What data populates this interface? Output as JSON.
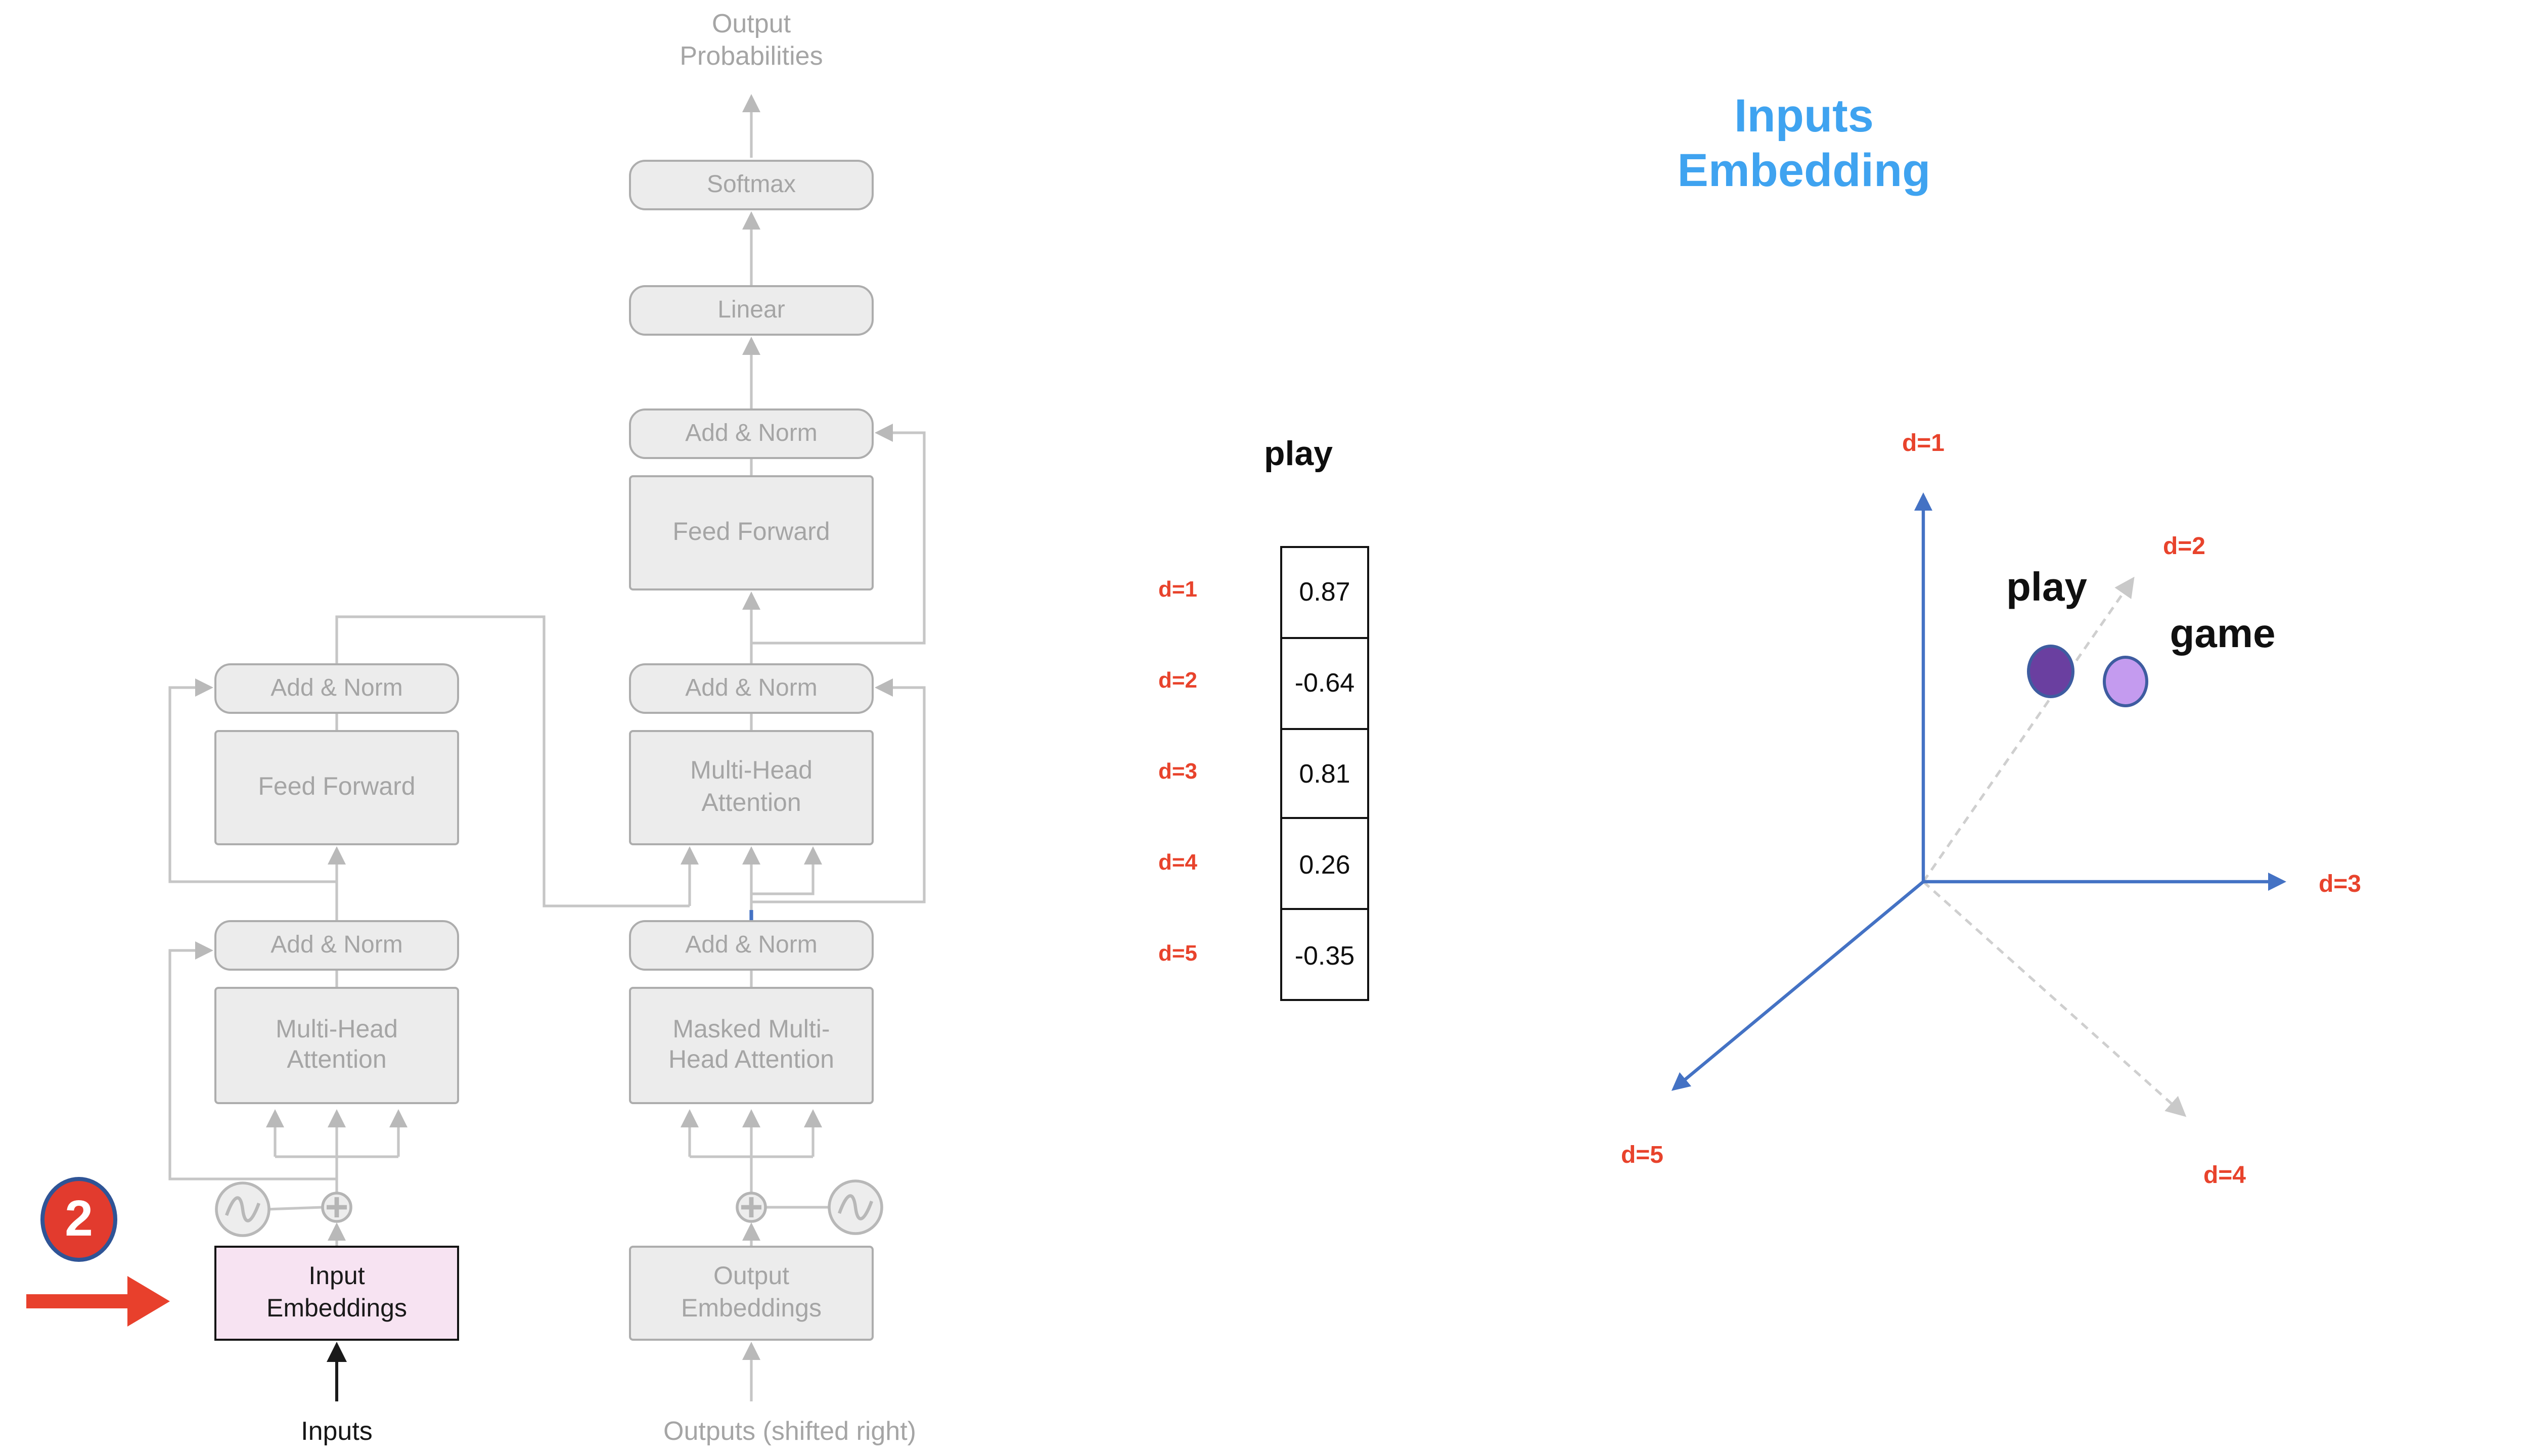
{
  "left_diagram": {
    "decoder": {
      "output_probabilities": "Output Probabilities",
      "softmax": "Softmax",
      "linear": "Linear",
      "add_norm_top": "Add & Norm",
      "feed_forward": "Feed Forward",
      "add_norm_mid": "Add & Norm",
      "multi_head_attention": "Multi-Head Attention",
      "add_norm_bottom": "Add & Norm",
      "masked_multi_head_attention": "Masked Multi-Head Attention",
      "output_embeddings": "Output Embeddings",
      "outputs_caption": "Outputs (shifted right)"
    },
    "encoder": {
      "add_norm_top": "Add & Norm",
      "feed_forward": "Feed Forward",
      "add_norm_bottom": "Add & Norm",
      "multi_head_attention": "Multi-Head Attention",
      "input_embeddings": "Input Embeddings",
      "inputs_caption": "Inputs"
    },
    "step_badge": "2",
    "icons": {
      "positional_encoding": "sine-wave-icon",
      "add": "plus-circle-icon",
      "step_pointer": "red-arrow-icon"
    }
  },
  "vector_panel": {
    "word": "play",
    "rows": [
      {
        "dim": "d=1",
        "value": "0.87"
      },
      {
        "dim": "d=2",
        "value": "-0.64"
      },
      {
        "dim": "d=3",
        "value": "0.81"
      },
      {
        "dim": "d=4",
        "value": "0.26"
      },
      {
        "dim": "d=5",
        "value": "-0.35"
      }
    ]
  },
  "embedding_space": {
    "title": "Inputs Embedding",
    "axis_labels": [
      "d=1",
      "d=2",
      "d=3",
      "d=4",
      "d=5"
    ],
    "solid_axes": [
      "d=1",
      "d=3",
      "d=5"
    ],
    "dashed_axes": [
      "d=2",
      "d=4"
    ],
    "points": [
      {
        "label": "play",
        "color": "#6a3fa0"
      },
      {
        "label": "game",
        "color": "#c49bef"
      }
    ]
  },
  "colors": {
    "red_accent": "#e8432c",
    "badge_red": "#e23b2e",
    "badge_border": "#2f5496",
    "axis_blue": "#4472c4",
    "title_blue": "#3fa3f0",
    "play_dot": "#6a3fa0",
    "game_dot": "#c49bef",
    "dot_border": "#3e5ca0",
    "pink_fill": "#f7e3f2",
    "diagram_gray": "#a5a5a5",
    "wire_gray": "#c6c6c6"
  }
}
